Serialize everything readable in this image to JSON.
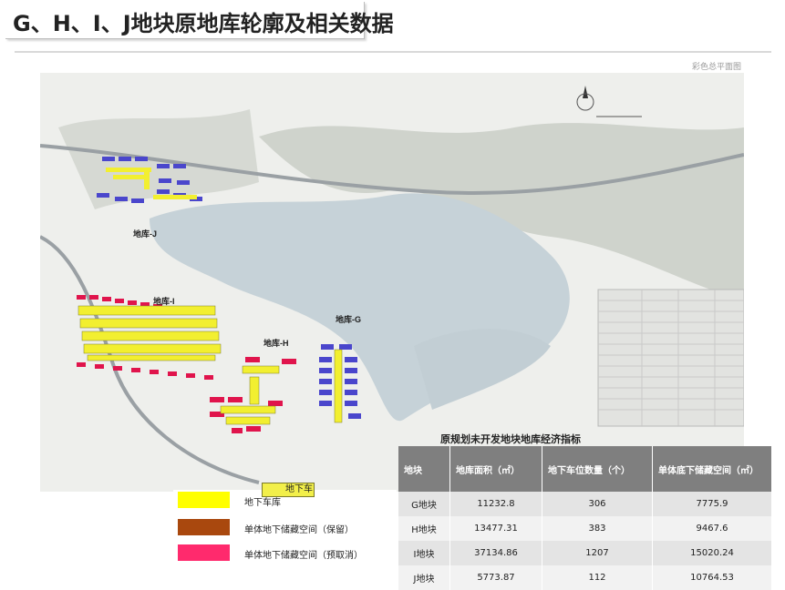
{
  "title": "G、H、I、J地块原地库轮廓及相关数据",
  "map_caption": "彩色总平面图",
  "areas": {
    "j": "地库-J",
    "i": "地库-I",
    "h": "地库-H",
    "g": "地库-G"
  },
  "economic": {
    "title": "原规划未开发地块地库经济指标",
    "headers": [
      "地块",
      "地库面积（㎡）",
      "地下车位数量（个）",
      "单体底下储藏空间（㎡）"
    ],
    "rows": [
      [
        "G地块",
        "11232.8",
        "306",
        "7775.9"
      ],
      [
        "H地块",
        "13477.31",
        "383",
        "9467.6"
      ],
      [
        "I地块",
        "37134.86",
        "1207",
        "15020.24"
      ],
      [
        "J地块",
        "5773.87",
        "112",
        "10764.53"
      ]
    ]
  },
  "legend": {
    "top_partial": "地下车库",
    "items": [
      {
        "label": "地下车库",
        "color": "#ffff00"
      },
      {
        "label": "单体地下储藏空间（保留）",
        "color": "#a9480e"
      },
      {
        "label": "单体地下储藏空间（预取消）",
        "color": "#ff2a6d"
      }
    ]
  },
  "colors": {
    "yellow": "#f2ef30",
    "red": "#e0144c",
    "blue": "#4540c8",
    "water": "#c9d4d9"
  }
}
